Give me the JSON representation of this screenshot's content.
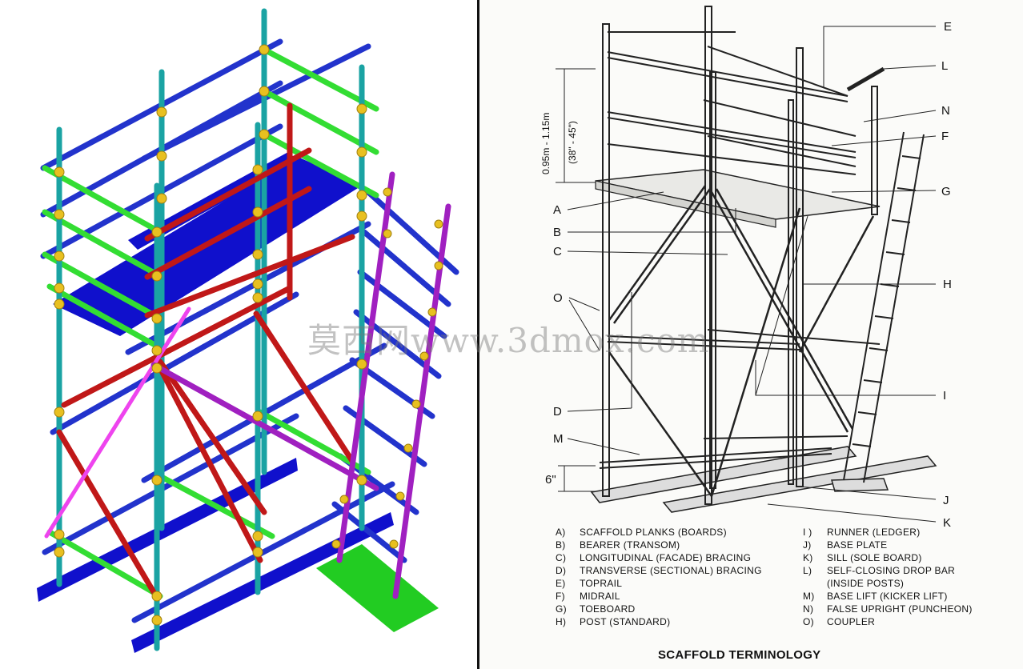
{
  "callouts": [
    {
      "key": "E"
    },
    {
      "key": "L"
    },
    {
      "key": "N"
    },
    {
      "key": "F"
    },
    {
      "key": "G"
    },
    {
      "key": "A"
    },
    {
      "key": "B"
    },
    {
      "key": "C"
    },
    {
      "key": "H"
    },
    {
      "key": "O"
    },
    {
      "key": "I"
    },
    {
      "key": "D"
    },
    {
      "key": "M"
    },
    {
      "key": "J"
    },
    {
      "key": "K"
    }
  ],
  "dimensions": {
    "height_metric": "0.95m - 1.15m",
    "height_imperial": "(38\" - 45\")",
    "base_gap": "6\""
  },
  "legend_left": [
    {
      "key": "A)",
      "text": "SCAFFOLD PLANKS (BOARDS)"
    },
    {
      "key": "B)",
      "text": "BEARER (TRANSOM)"
    },
    {
      "key": "C)",
      "text": "LONGITUDINAL (FACADE) BRACING"
    },
    {
      "key": "D)",
      "text": "TRANSVERSE (SECTIONAL) BRACING"
    },
    {
      "key": "E)",
      "text": "TOPRAIL"
    },
    {
      "key": "F)",
      "text": "MIDRAIL"
    },
    {
      "key": "G)",
      "text": "TOEBOARD"
    },
    {
      "key": "H)",
      "text": "POST (STANDARD)"
    }
  ],
  "legend_right": [
    {
      "key": "I )",
      "text": "RUNNER (LEDGER)"
    },
    {
      "key": "J)",
      "text": "BASE PLATE"
    },
    {
      "key": "K)",
      "text": "SILL (SOLE BOARD)"
    },
    {
      "key": "L)",
      "text": "SELF-CLOSING DROP BAR"
    },
    {
      "key": "",
      "text": "(INSIDE POSTS)"
    },
    {
      "key": "M)",
      "text": "BASE LIFT (KICKER LIFT)"
    },
    {
      "key": "N)",
      "text": "FALSE UPRIGHT (PUNCHEON)"
    },
    {
      "key": "O)",
      "text": "COUPLER"
    }
  ],
  "caption": "SCAFFOLD TERMINOLOGY",
  "watermark": "莫西网www.3dmox.com",
  "colors": {
    "post": "#1aa3a3",
    "ledger": "#2233cc",
    "transom": "#33dd33",
    "brace": "#c01818",
    "ladder": "#a020c0",
    "plank": "#1010cc",
    "coupler": "#e8c020",
    "sill_green": "#22cc22"
  }
}
